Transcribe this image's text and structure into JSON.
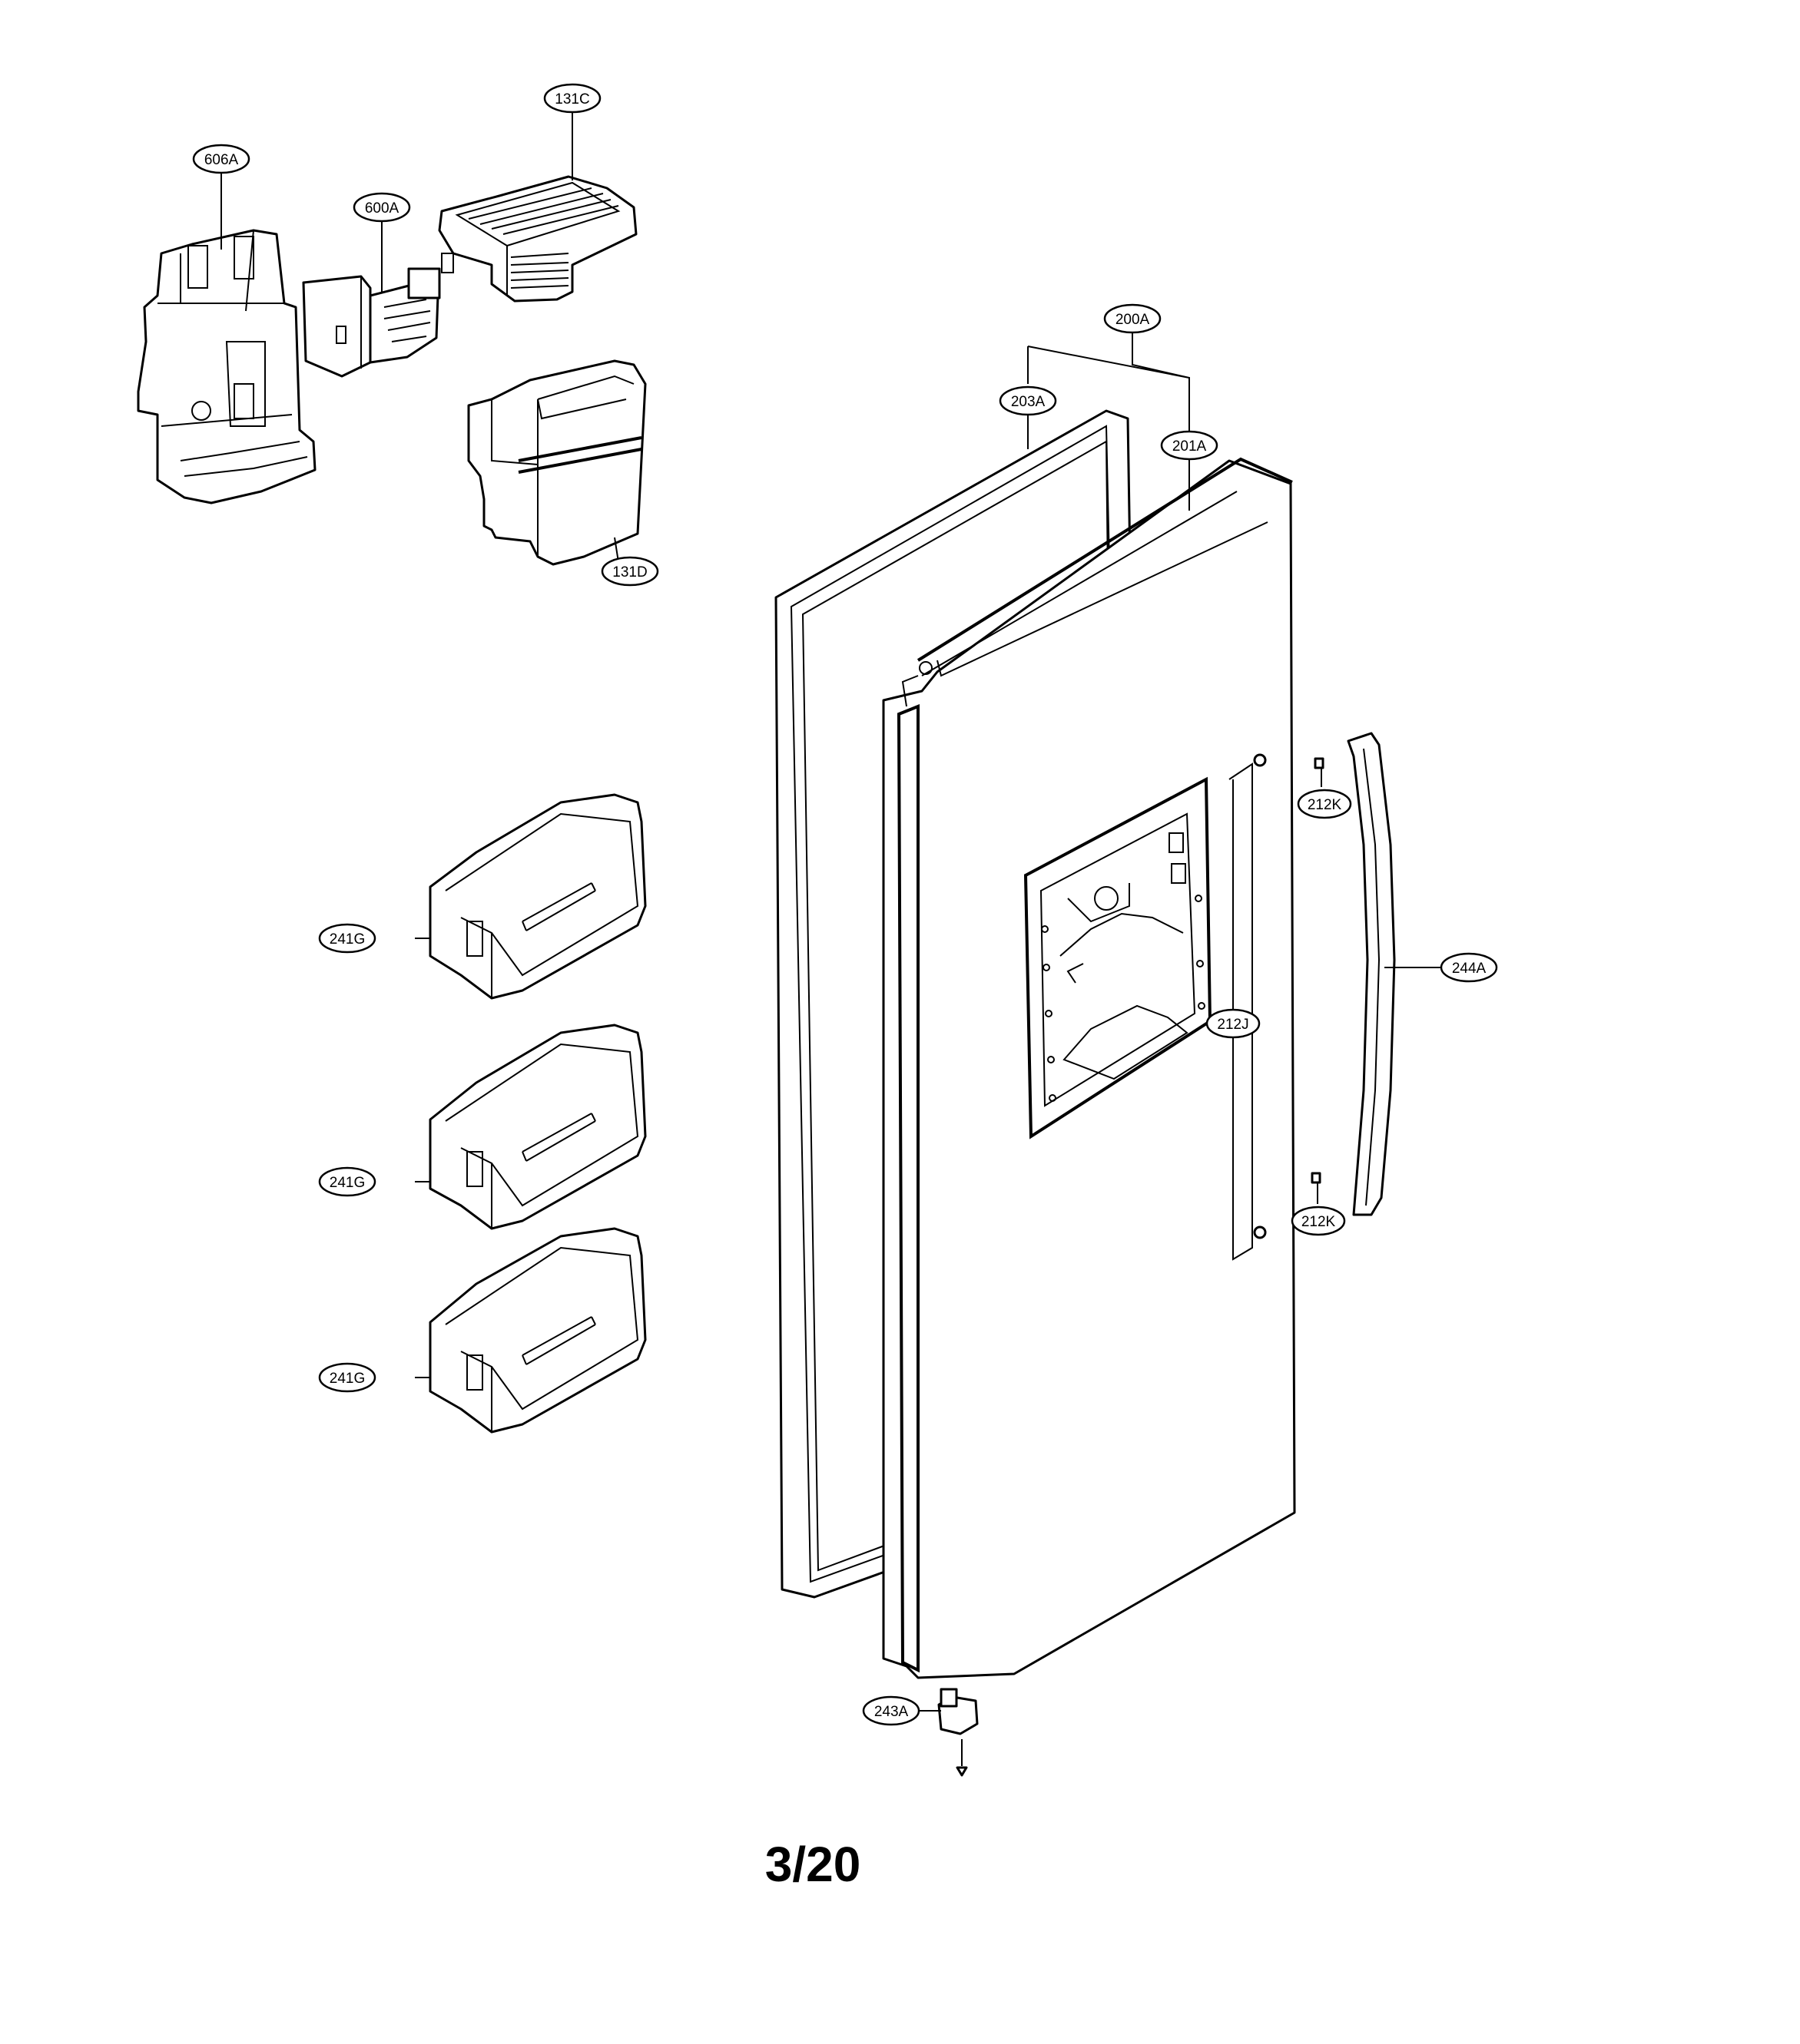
{
  "callouts": {
    "c606a": "606A",
    "c600a": "600A",
    "c131c": "131C",
    "c131d": "131D",
    "c200a": "200A",
    "c203a": "203A",
    "c201a": "201A",
    "c212k_top": "212K",
    "c212k_bottom": "212K",
    "c212j": "212J",
    "c244a": "244A",
    "c241g_1": "241G",
    "c241g_2": "241G",
    "c241g_3": "241G",
    "c243a": "243A"
  },
  "page_number": "3/20"
}
